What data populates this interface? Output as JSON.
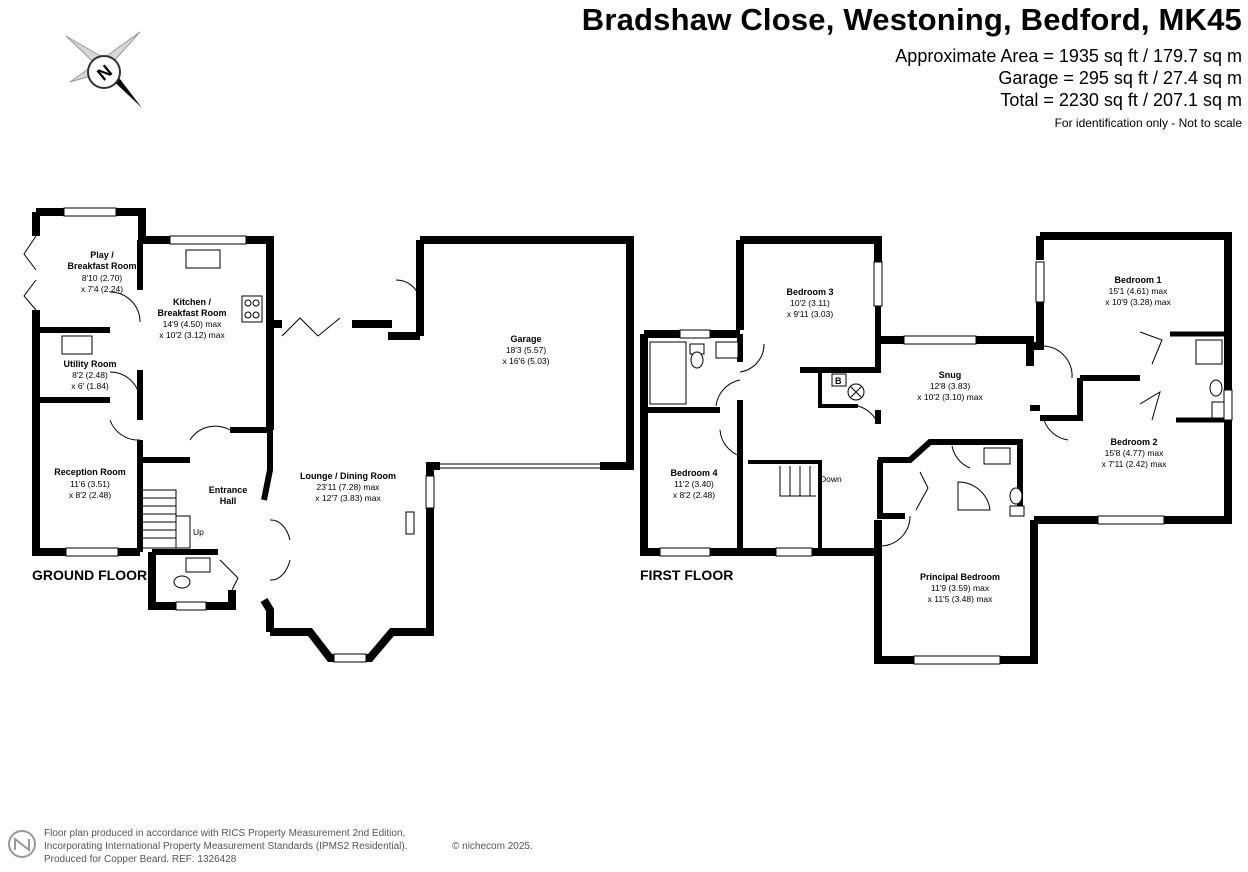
{
  "header": {
    "title": "Bradshaw Close, Westoning, Bedford, MK45",
    "area_approx": "Approximate Area = 1935 sq ft / 179.7 sq m",
    "area_garage": "Garage = 295 sq ft / 27.4 sq m",
    "area_total": "Total = 2230 sq ft / 207.1 sq m",
    "disclaimer": "For identification only - Not to scale"
  },
  "compass": {
    "letter": "N",
    "icon": "compass-icon"
  },
  "floors": {
    "ground_label": "GROUND FLOOR",
    "first_label": "FIRST FLOOR"
  },
  "rooms": {
    "play": {
      "name1": "Play /",
      "name2": "Breakfast Room",
      "dim1": "8'10 (2.70)",
      "dim2": "x 7'4 (2.24)"
    },
    "utility": {
      "name1": "Utility Room",
      "dim1": "8'2 (2.48)",
      "dim2": "x 6' (1.84)"
    },
    "reception": {
      "name1": "Reception Room",
      "dim1": "11'6 (3.51)",
      "dim2": "x 8'2 (2.48)"
    },
    "kitchen": {
      "name1": "Kitchen /",
      "name2": "Breakfast Room",
      "dim1": "14'9 (4.50) max",
      "dim2": "x 10'2 (3.12) max"
    },
    "entrance": {
      "name1": "Entrance",
      "name2": "Hall"
    },
    "lounge": {
      "name1": "Lounge / Dining Room",
      "dim1": "23'11 (7.28) max",
      "dim2": "x 12'7 (3.83) max"
    },
    "garage": {
      "name1": "Garage",
      "dim1": "18'3 (5.57)",
      "dim2": "x 16'6 (5.03)"
    },
    "bedroom3": {
      "name1": "Bedroom 3",
      "dim1": "10'2 (3.11)",
      "dim2": "x 9'11 (3.03)"
    },
    "bedroom4": {
      "name1": "Bedroom 4",
      "dim1": "11'2 (3.40)",
      "dim2": "x 8'2 (2.48)"
    },
    "snug": {
      "name1": "Snug",
      "dim1": "12'8 (3.83)",
      "dim2": "x 10'2 (3.10) max"
    },
    "bedroom1": {
      "name1": "Bedroom 1",
      "dim1": "15'1 (4.61) max",
      "dim2": "x 10'9 (3.28) max"
    },
    "bedroom2": {
      "name1": "Bedroom 2",
      "dim1": "15'8 (4.77) max",
      "dim2": "x 7'11 (2.42) max"
    },
    "principal": {
      "name1": "Principal Bedroom",
      "dim1": "11'9 (3.59) max",
      "dim2": "x 11'5 (3.48) max"
    }
  },
  "stairs": {
    "up": "Up",
    "down": "Down",
    "boiler": "B"
  },
  "footer": {
    "line1": "Floor plan produced in accordance with RICS Property Measurement 2nd Edition,",
    "line2": "Incorporating International Property Measurement Standards (IPMS2 Residential).",
    "copyright": "© nichecom 2025.",
    "line3": "Produced for Copper Beard.   REF:  1326428",
    "logo_icon": "nichecom-logo-icon"
  }
}
